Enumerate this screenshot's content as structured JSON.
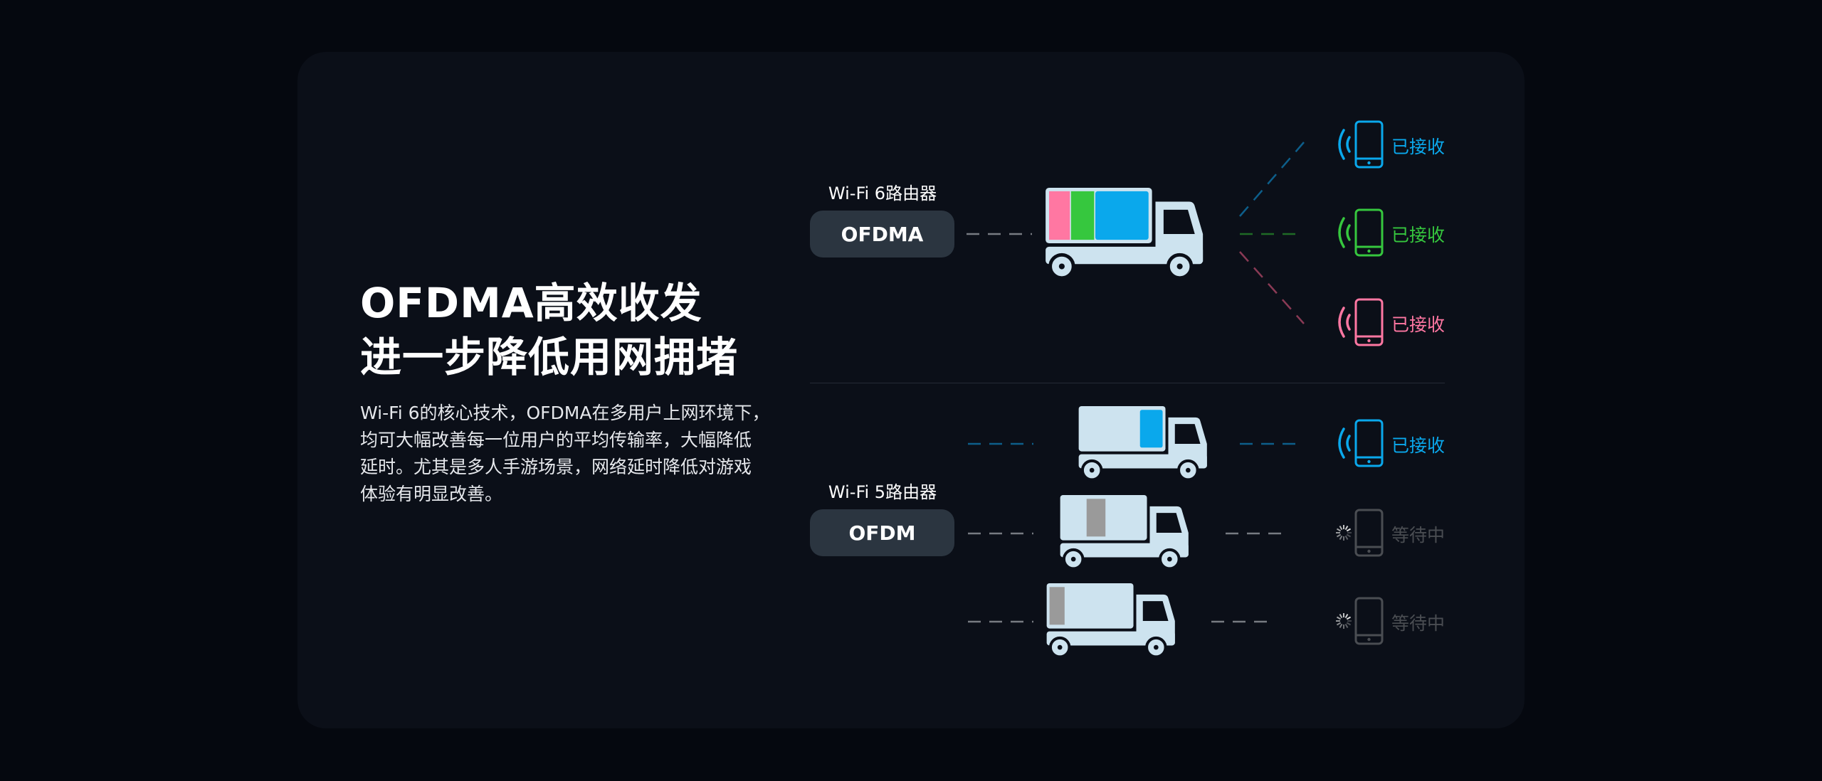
{
  "headline": {
    "line1": "OFDMA高效收发",
    "line2": "进一步降低用网拥堵"
  },
  "description": {
    "lines": [
      "Wi-Fi 6的核心技术，OFDMA在多用户上网环境下，",
      "均可大幅改善每一位用户的平均传输率，大幅降低",
      "延时。尤其是多人手游场景，网络延时降低对游戏",
      "体验有明显改善。"
    ]
  },
  "wifi6": {
    "label": "Wi-Fi 6路由器",
    "mode": "OFDMA",
    "devices": [
      {
        "status": "已接收",
        "color": "#0aa8ec"
      },
      {
        "status": "已接收",
        "color": "#36c73e"
      },
      {
        "status": "已接收",
        "color": "#ff77a2"
      }
    ]
  },
  "wifi5": {
    "label": "Wi-Fi 5路由器",
    "mode": "OFDM",
    "devices": [
      {
        "status": "已接收",
        "color": "#0aa8ec"
      },
      {
        "status": "等待中",
        "color": "#4a4d52"
      },
      {
        "status": "等待中",
        "color": "#4a4d52"
      }
    ]
  },
  "colors": {
    "truck": "#cde3ef",
    "cargo_gray": "#9a9a9a",
    "pill": "#2b3540",
    "card": "#0b0f18"
  }
}
